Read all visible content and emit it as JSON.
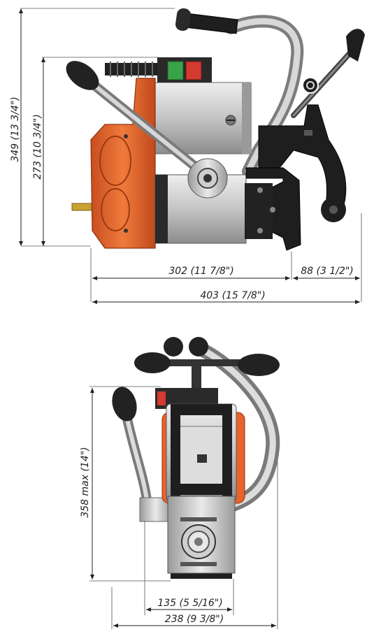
{
  "side_view": {
    "dimensions": {
      "overall_height": "349 (13 3/4\")",
      "body_height": "273 (10 3/4\")",
      "base_length": "302 (11 7/8\")",
      "clamp_depth": "88 (3 1/2\")",
      "overall_length": "403 (15 7/8\")"
    }
  },
  "front_view": {
    "dimensions": {
      "max_height": "358  max (14\")",
      "base_width": "135 (5 5/16\")",
      "overall_width": "238 (9 3/8\")"
    }
  },
  "colors": {
    "orange": "#e8642a",
    "orange_dark": "#b8461a",
    "metal": "#c9c9c9",
    "metal_dark": "#8a8a8a",
    "black": "#1e1e1e",
    "switch_green": "#3aa34a",
    "switch_red": "#d43a2f"
  }
}
